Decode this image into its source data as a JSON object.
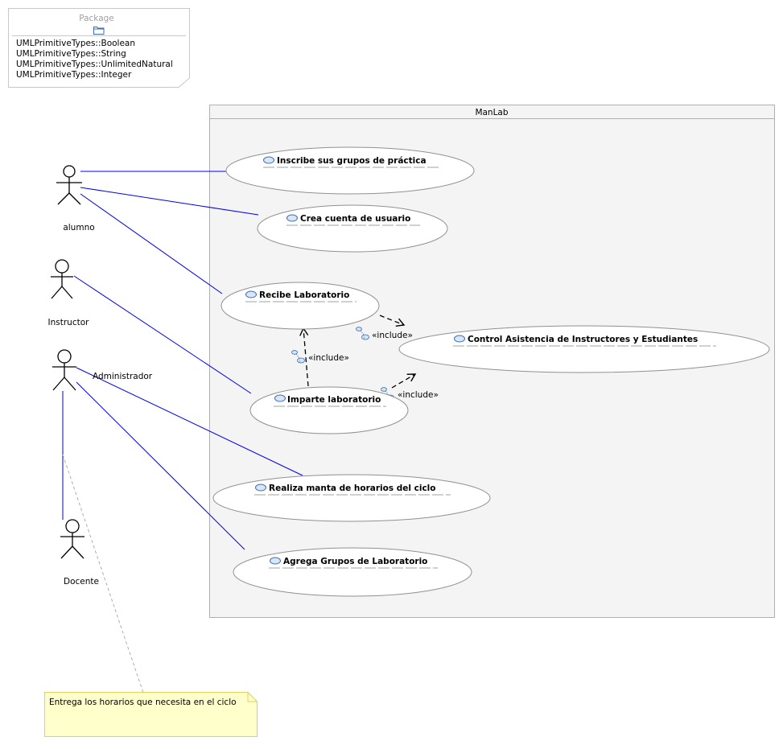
{
  "package_box": {
    "title": "Package",
    "items": [
      "UMLPrimitiveTypes::Boolean",
      "UMLPrimitiveTypes::String",
      "UMLPrimitiveTypes::UnlimitedNatural",
      "UMLPrimitiveTypes::Integer"
    ]
  },
  "system": {
    "name": "ManLab"
  },
  "actors": {
    "alumno": "alumno",
    "instructor": "Instructor",
    "administrador": "Administrador",
    "docente": "Docente"
  },
  "use_cases": {
    "inscribe": "Inscribe sus grupos de práctica",
    "crea_cuenta": "Crea cuenta de usuario",
    "recibe": "Recibe Laboratorio",
    "control": "Control Asistencia de Instructores y Estudiantes",
    "imparte": "Imparte laboratorio",
    "realiza": "Realiza manta de horarios del ciclo",
    "agrega": "Agrega Grupos de Laboratorio"
  },
  "relations": {
    "include_1": "«include»",
    "include_2": "«include»",
    "include_3": "«include»"
  },
  "note": {
    "text": "Entrega los horarios que necesita en el ciclo"
  },
  "colors": {
    "association": "#0000ee",
    "system_fill": "#f4f4f4",
    "note_fill": "#ffffcc",
    "note_border": "#e0d060",
    "usecase_icon": "#5080c0"
  }
}
